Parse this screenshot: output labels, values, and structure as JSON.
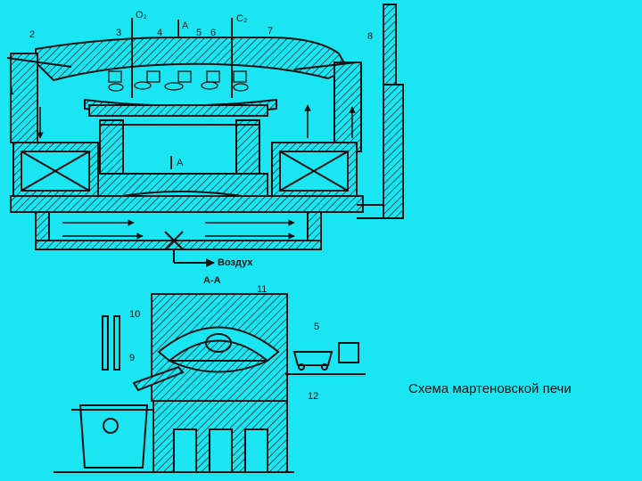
{
  "caption": "Схема мартеновской печи",
  "colors": {
    "background": "#19e6f2",
    "ink": "#111111"
  },
  "labels": {
    "n1": "1",
    "n2": "2",
    "n3": "3",
    "n4": "4",
    "n5": "5",
    "n6": "6",
    "n7": "7",
    "n8": "8",
    "n9": "9",
    "n10": "10",
    "n11": "11",
    "n12": "12",
    "o2": "O₂",
    "c2": "C₂",
    "a_top": "A",
    "a_mid": "A",
    "section": "А-А",
    "air": "Воздух"
  }
}
